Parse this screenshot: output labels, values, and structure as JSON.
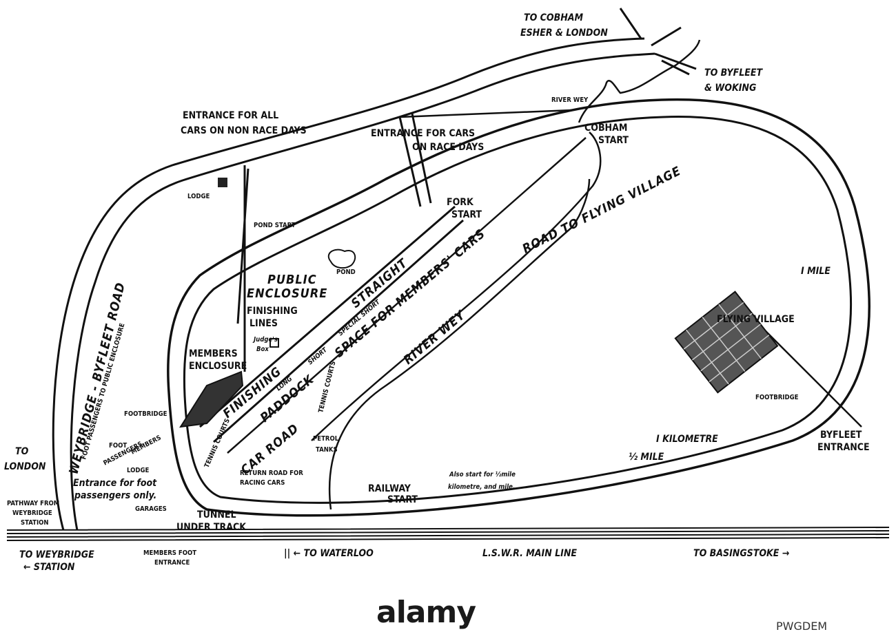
{
  "map": {
    "labels": {
      "to_cobham_1": "TO COBHAM",
      "to_cobham_2": "ESHER & LONDON",
      "to_byfleet_1": "TO BYFLEET",
      "to_byfleet_2": "& WOKING",
      "river_wey_top": "RIVER WEY",
      "entrance_all_1": "ENTRANCE FOR ALL",
      "entrance_all_2": "CARS ON NON RACE DAYS",
      "entrance_race_1": "ENTRANCE FOR CARS",
      "entrance_race_2": "ON RACE DAYS",
      "cobham_start_1": "COBHAM",
      "cobham_start_2": "START",
      "road_to_flying_village": "ROAD TO FLYING VILLAGE",
      "weybridge_byfleet_road": "WEYBRIDGE - BYFLEET ROAD",
      "lodge_top": "LODGE",
      "fork_start_1": "FORK",
      "fork_start_2": "START",
      "pond_start": "POND START",
      "pond": "POND",
      "space_for_members_cars": "SPACE FOR MEMBERS' CARS",
      "straight": "STRAIGHT",
      "special_short": "SPECIAL SHORT",
      "public_enclosure_1": "PUBLIC",
      "public_enclosure_2": "ENCLOSURE",
      "finishing_lines_1": "FINISHING",
      "finishing_lines_2": "LINES",
      "judges_box_1": "Judge's",
      "judges_box_2": "Box",
      "short": "SHORT",
      "long": "LONG",
      "finishing": "FINISHING",
      "paddock": "PADDOCK",
      "members_enclosure_1": "MEMBERS",
      "members_enclosure_2": "ENCLOSURE",
      "river_wey_mid": "RIVER WEY",
      "one_mile": "I MILE",
      "flying_village": "FLYING VILLAGE",
      "footbridge_right": "FOOTBRIDGE",
      "byfleet_entrance_1": "BYFLEET",
      "byfleet_entrance_2": "ENTRANCE",
      "one_kilometre": "I KILOMETRE",
      "half_mile": "½ MILE",
      "also_start_1": "Also start for ½mile",
      "also_start_2": "kilometre, and mile.",
      "railway_start_1": "RAILWAY",
      "railway_start_2": "START",
      "tennis_courts_a": "TENNIS COURTS",
      "tennis_courts_b": "TENNIS COURTS",
      "car_road": "CAR ROAD",
      "petrol_tanks_1": "PETROL",
      "petrol_tanks_2": "TANKS",
      "return_road_1": "RETURN ROAD FOR",
      "return_road_2": "RACING CARS",
      "tunnel_1": "TUNNEL",
      "tunnel_2": "UNDER TRACK",
      "foot_passengers_public": "FOOT PASSENGERS TO PUBLIC ENCLOSURE",
      "footbridge_left": "FOOTBRIDGE",
      "foot": "FOOT",
      "passengers": "PASSENGERS",
      "members": "MEMBERS",
      "lodge_bottom": "LODGE",
      "to_london_1": "TO",
      "to_london_2": "LONDON",
      "entrance_foot_1": "Entrance for foot",
      "entrance_foot_2": "passengers only.",
      "pathway_1": "PATHWAY FROM",
      "pathway_2": "WEYBRIDGE",
      "pathway_3": "STATION",
      "garages": "GARAGES",
      "to_weybridge_station_1": "TO WEYBRIDGE",
      "to_weybridge_station_2": "← STATION",
      "members_foot_entrance_1": "MEMBERS FOOT",
      "members_foot_entrance_2": "ENTRANCE",
      "to_waterloo": "|| ← TO WATERLOO",
      "lswr_main_line": "L.S.W.R. MAIN LINE",
      "to_basingstoke": "TO BASINGSTOKE →"
    }
  },
  "footer": {
    "brand": "alamy",
    "image_id": "PWGDEM"
  }
}
